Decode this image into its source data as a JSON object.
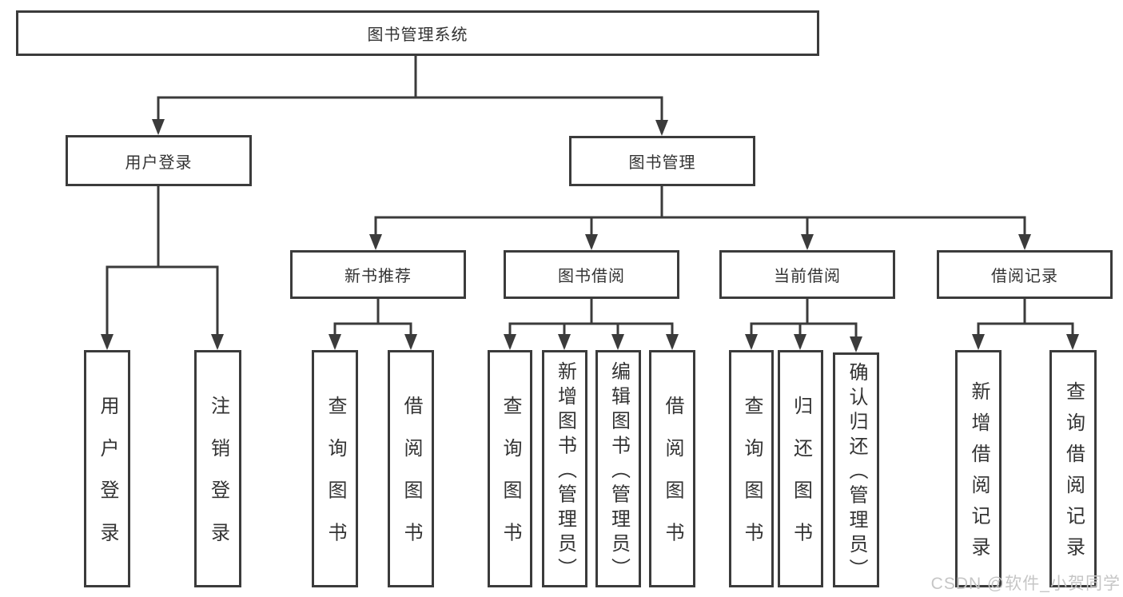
{
  "nodes": {
    "root": "图书管理系统",
    "user_login": "用户登录",
    "book_mgmt": "图书管理",
    "new_book_rec": "新书推荐",
    "book_borrow": "图书借阅",
    "current_borrow": "当前借阅",
    "borrow_records": "借阅记录",
    "leaf_user_login": "用户登录",
    "leaf_logout": "注销登录",
    "rec_query_books": "查询图书",
    "rec_borrow_books": "借阅图书",
    "bb_query_books": "查询图书",
    "bb_add_books": "新增图书（管理员）",
    "bb_edit_books": "编辑图书（管理员）",
    "bb_borrow_books": "借阅图书",
    "cb_query_books": "查询图书",
    "cb_return_books": "归还图书",
    "cb_confirm_return": "确认归还（管理员）",
    "br_add_record": "新增借阅记录",
    "br_query_record": "查询借阅记录"
  },
  "watermark": "CSDN @软件_小贺同学",
  "colors": {
    "line": "#3b3b3b",
    "box_border": "#3b3b3b",
    "text": "#333333",
    "watermark": "#c6c6c6",
    "background": "#ffffff"
  }
}
